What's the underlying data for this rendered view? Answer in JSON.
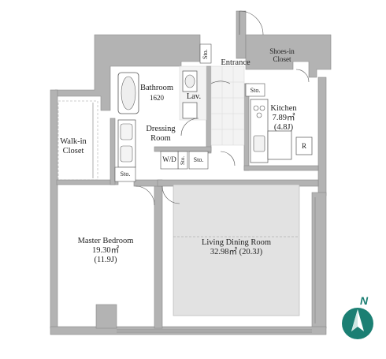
{
  "rooms": {
    "bathroom": {
      "name": "Bathroom",
      "size": "1620"
    },
    "lav": {
      "name": "Lav."
    },
    "entrance": {
      "name": "Entrance"
    },
    "shoes_in_closet": {
      "line1": "Shoes-in",
      "line2": "Closet"
    },
    "kitchen": {
      "name": "Kitchen",
      "area_m2": "7.89㎡",
      "area_j": "(4.8J)"
    },
    "dressing_room": {
      "line1": "Dressing",
      "line2": "Room"
    },
    "walk_in_closet": {
      "line1": "Walk-in",
      "line2": "Closet"
    },
    "master_bedroom": {
      "name": "Master Bedroom",
      "area_m2": "19.30㎡",
      "area_j": "(11.9J)"
    },
    "living_dining_room": {
      "name": "Living Dining Room",
      "area": "32.98㎡ (20.3J)"
    },
    "wd": {
      "name": "W/D"
    },
    "refrigerator": {
      "name": "R"
    }
  },
  "storage": {
    "entrance_top": "Sto.",
    "entrance_right": "Sto.",
    "dressing_left": "Sto.",
    "dressing_right": "Sto.",
    "wd_side": "Sto."
  },
  "compass": {
    "label": "N"
  },
  "colors": {
    "wall": "#b3b3b3",
    "floor": "#e6e6e6",
    "tile": "#f1f1f1",
    "line": "#555555",
    "compass": "#1b7f73"
  }
}
